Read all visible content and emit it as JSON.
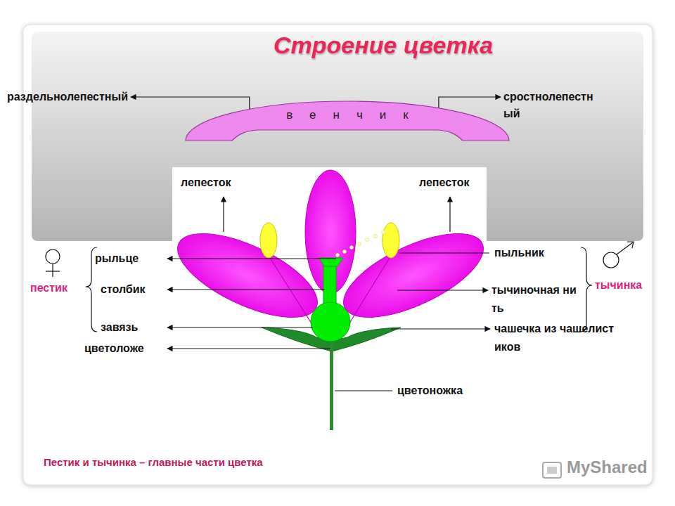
{
  "diagram": {
    "title": "Строение цветка",
    "caption": "Пестик и тычинка – главные части цветка",
    "nodes": [
      {
        "text": [
          "раздельнолепестный"
        ]
      },
      {
        "text": [
          "венчик"
        ]
      },
      {
        "text": [
          "сростнолепестный"
        ]
      }
    ],
    "edges": [
      {
        "from": 1,
        "to": 0,
        "arrow": "to"
      },
      {
        "from": 1,
        "to": 2,
        "arrow": "to"
      }
    ],
    "labels": [
      "лепесток",
      "лепесток",
      "рыльце",
      "пыльник",
      "пестик",
      "столбик",
      "тычиночная нить",
      "тычинка",
      "завязь",
      "чашечка из чашелистиков",
      "цветоложе",
      "цветоножка",
      "MyShared"
    ]
  }
}
